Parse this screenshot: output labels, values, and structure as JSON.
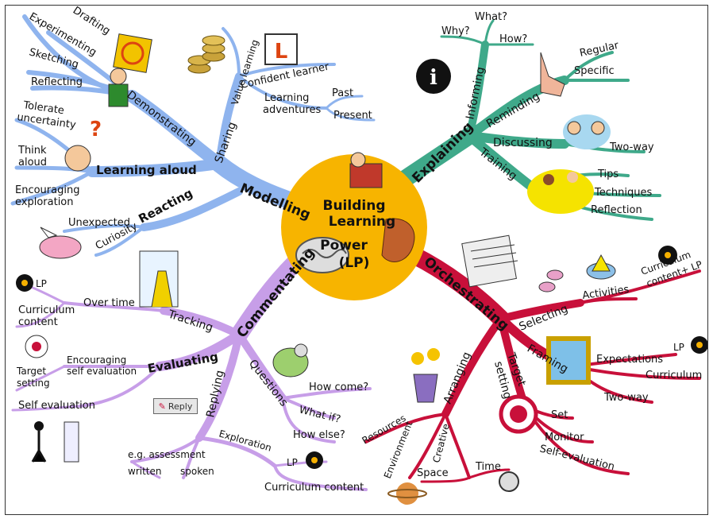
{
  "center": {
    "line1": "Building",
    "line2": "Learning",
    "line3": "Power",
    "line4": "(LP)"
  },
  "branches": {
    "modelling": {
      "label": "Modelling",
      "demonstrating": "Demonstrating",
      "drafting": "Drafting",
      "experimenting": "Experimenting",
      "sketching": "Sketching",
      "reflecting": "Reflecting",
      "sharing": "Sharing",
      "value_learning": "Value learning",
      "confident_learner": "Confident learner",
      "learning_adventures_1": "Learning",
      "learning_adventures_2": "adventures",
      "past": "Past",
      "present": "Present",
      "learning_aloud": "Learning aloud",
      "tolerate_1": "Tolerate",
      "tolerate_2": "uncertainty",
      "think_1": "Think",
      "think_2": "aloud",
      "encouraging_1": "Encouraging",
      "encouraging_2": "exploration",
      "reacting": "Reacting",
      "unexpected": "Unexpected",
      "curiosity": "Curiosity",
      "l_plate": "L"
    },
    "explaining": {
      "label": "Explaining",
      "informing": "Informing",
      "why": "Why?",
      "what": "What?",
      "how": "How?",
      "reminding": "Reminding",
      "regular": "Regular",
      "specific": "Specific",
      "discussing": "Discussing",
      "two_way": "Two-way",
      "training": "Training",
      "tips": "Tips",
      "techniques": "Techniques",
      "reflection": "Reflection"
    },
    "orchestrating": {
      "label": "Orchestrating",
      "selecting": "Selecting",
      "activities": "Activities",
      "curriculum_1": "Curriculum",
      "curriculum_2": "content+ LP",
      "framing": "Framing",
      "expectations": "Expectations",
      "lp": "LP",
      "curriculum": "Curriculum",
      "two_way": "Two-way",
      "target_setting_1": "Target",
      "target_setting_2": "setting",
      "set": "Set",
      "monitor": "Monitor",
      "self_evaluation": "Self-evaluation",
      "arranging": "Arranging",
      "resources": "Resources",
      "environment": "Environment",
      "creative": "Creative",
      "space": "Space",
      "time": "Time"
    },
    "commentating": {
      "label": "Commentating",
      "tracking": "Tracking",
      "over_time": "Over time",
      "lp": "LP",
      "curriculum_1": "Curriculum",
      "curriculum_2": "content",
      "evaluating": "Evaluating",
      "encouraging_1": "Encouraging",
      "encouraging_2": "self evaluation",
      "target_1": "Target",
      "target_2": "setting",
      "self_evaluation": "Self evaluation",
      "replying": "Replying",
      "assessment": "e.g. assessment",
      "written": "written",
      "spoken": "spoken",
      "exploration": "Exploration",
      "lp2": "LP",
      "curriculum_content": "Curriculum content",
      "questions": "Questions",
      "how_come": "How come?",
      "what_if": "What if?",
      "how_else": "How else?"
    }
  },
  "reply_button": "Reply",
  "colors": {
    "modelling": "#8fb4ee",
    "explaining": "#3fa98a",
    "orchestrating": "#c8103a",
    "commentating": "#c79ee8",
    "center": "#f7b400"
  }
}
